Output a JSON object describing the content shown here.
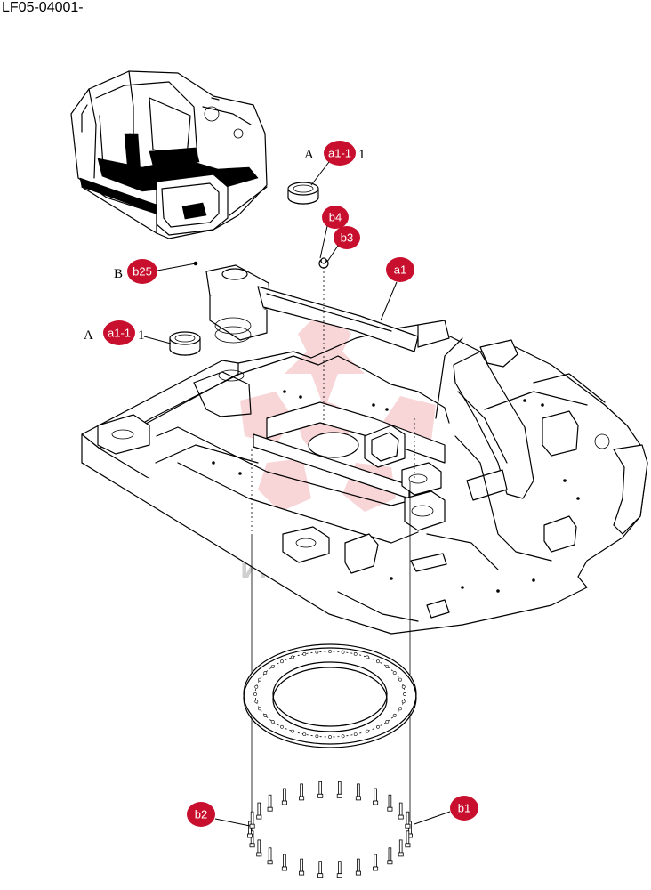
{
  "doc_code": "LF05-04001-",
  "watermark_text": "ИНТЕХ",
  "colors": {
    "callout": "#c8102e",
    "watermark": "#e9737a"
  },
  "callouts": [
    {
      "id": "a1-1-top",
      "label": "a1-1",
      "prefix": "A",
      "suffix": "1"
    },
    {
      "id": "b4",
      "label": "b4",
      "prefix": "",
      "suffix": ""
    },
    {
      "id": "b3",
      "label": "b3",
      "prefix": "",
      "suffix": ""
    },
    {
      "id": "b25",
      "label": "b25",
      "prefix": "B",
      "suffix": ""
    },
    {
      "id": "a1",
      "label": "a1",
      "prefix": "",
      "suffix": ""
    },
    {
      "id": "a1-1-left",
      "label": "a1-1",
      "prefix": "A",
      "suffix": "1"
    },
    {
      "id": "b2",
      "label": "b2",
      "prefix": "",
      "suffix": ""
    },
    {
      "id": "b1",
      "label": "b1",
      "prefix": "",
      "suffix": ""
    }
  ]
}
